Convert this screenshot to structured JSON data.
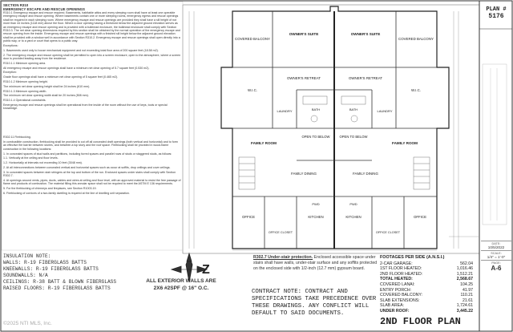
{
  "notes": {
    "section": "SECTION R310",
    "heading": "EMERGENCY ESCAPE AND RESCUE OPENINGS",
    "r310_1": "R310.1 Emergency escape and rescue required. Basements, habitable attics and every sleeping room shall have at least one operable emergency escape and rescue opening. Where basements contain one or more sleeping rooms, emergency egress and rescue openings shall be required in each sleeping room. Where emergency escape and rescue openings are provided they shall have a sill height of not more than 44 inches (1118 mm) above the floor. Where a door opening having a threshold below the adjacent ground elevation serves as an emergency escape and rescue opening and is provided with a bulkhead enclosure, the bulkhead enclosure shall comply with Section R310.3. The net clear opening dimensions required by this section shall be obtained by the normal operation of the emergency escape and rescue opening from the inside. Emergency escape and rescue openings with a finished sill height below the adjacent ground elevation shall be provided with a window well in accordance with Section R310.2. Emergency escape and rescue openings shall open directly into a public way, or to a yard or court that opens to a public way.",
    "exceptions_label": "Exceptions:",
    "exc_1": "1. Basements used only to house mechanical equipment and not exceeding total floor area of 200 square feet (18.58 m2).",
    "exc_2": "2. The emergency escape and rescue opening shall be permitted to open into a screen enclosure, open to the atmosphere, where a screen door is provided leading away from the residence.",
    "r310_1_1": "R310.1.1 Minimum opening area.",
    "r310_1_1_text": "All emergency escape and rescue openings shall have a minimum net clear opening of 5.7 square feet (0.530 m2).",
    "exception_label": "Exception:",
    "exception_text": "Grade floor openings shall have a minimum net clear opening of 5 square feet (0.465 m2).",
    "r310_1_2": "R310.1.2 Minimum opening height.",
    "r310_1_2_text": "The minimum net clear opening height shall be 24 inches (610 mm).",
    "r310_1_3": "R310.1.3 Minimum opening width.",
    "r310_1_3_text": "The minimum net clear opening width shall be 20 inches (508 mm).",
    "r310_1_4": "R310.1.4 Operational constraints.",
    "r310_1_4_text": "Emergency escape and rescue openings shall be operational from the inside of the room without the use of keys, tools or special knowledge.",
    "r302_11": "R302.11 Fireblocking.",
    "r302_11_text": "In combustible construction, fireblocking shall be provided to cut off all concealed draft openings (both vertical and horizontal) and to form an effective fire barrier between stories, and between a top story and the roof space. Fireblocking shall be provided in wood-frame construction in the following locations:",
    "fb_items": [
      "1. In concealed spaces of stud walls and partitions, including furred spaces and parallel rows of studs or staggered studs, as follows:",
      "1.1. Vertically at the ceiling and floor levels.",
      "1.2. Horizontally at intervals not exceeding 10 feet (3048 mm).",
      "2. At all interconnections between concealed vertical and horizontal spaces such as occur at soffits, drop ceilings and cove ceilings.",
      "3. In concealed spaces between stair stringers at the top and bottom of the run. Enclosed spaces under stairs shall comply with Section R302.7.",
      "4. At openings around vents, pipes, ducts, cables and wires at ceiling and floor level, with an approved material to resist the free passage of flame and products of combustion. The material filling this annular space shall not be required to meet the ASTM E 136 requirements.",
      "5. For the fireblocking of chimneys and fireplaces, see Section R1003.19.",
      "6. Fireblocking of cornices of a two-family dwelling is required at the line of dwelling unit separation."
    ]
  },
  "insulation": {
    "title": "INSULATION NOTE:",
    "lines": [
      "WALLS:  R-19 FIBERGLASS BATTS",
      "KNEEWALLS: R-19 FIBERGLASS BATTS",
      "SOUNDWALLS: N/A",
      "CEILINGS: R-38 BATT & BLOWN FIBERGLASS",
      "RAISED FLOORS: R-19 FIBERGLASS BATTS"
    ]
  },
  "exterior": {
    "line1": "ALL EXTERIOR WALLS ARE",
    "line2": "2X6 #2SPF @ 16\" O.C."
  },
  "compass": {
    "letter": "Z"
  },
  "r302_7": {
    "label": "R302.7 Under-stair protection.",
    "text": "Enclosed accessible space under stairs shall have walls, under-stair surface and any soffits protected on the enclosed side with 1/2-inch (12.7 mm) gypsum board."
  },
  "contract": {
    "text": "CONTRACT NOTE: CONTRACT AND SPECIFICATIONS TAKE PRECEDENCE OVER THESE DRAWINGS. ANY CONFLICT WILL DEFAULT TO SAID DOCUMENTS."
  },
  "footages": {
    "title": "FOOTAGES PER SIDE (A.N.S.I.)",
    "rows": [
      {
        "label": "2-CAR GARAGE:",
        "value": "562.04"
      },
      {
        "label": "1ST FLOOR HEATED:",
        "value": "1,016.46"
      },
      {
        "label": "2ND FLOOR HEATED:",
        "value": "1,512.21"
      },
      {
        "label": "TOTAL HEATED:",
        "value": "2,568.67"
      },
      {
        "label": "COVERED LANAI:",
        "value": "104.25"
      },
      {
        "label": "ENTRY PORCH:",
        "value": "41.97"
      },
      {
        "label": "COVERED BALCONY:",
        "value": "110.21"
      },
      {
        "label": "SLAB EXTENSIONS:",
        "value": "21.61"
      },
      {
        "label": "SLAB AREA:",
        "value": "1,724.61"
      },
      {
        "label": "UNDER ROOF:",
        "value": "3,445.22"
      }
    ]
  },
  "sheet_title": "2ND FLOOR PLAN",
  "plan": {
    "label": "PLAN #",
    "number": "5176"
  },
  "stamp": {
    "date_label": "DATE:",
    "date": "10/5/2022",
    "scale_label": "SCALE:",
    "scale": "1/4\" = 1'-0\"",
    "page_label": "PAGE:",
    "page": "A-6"
  },
  "rooms": {
    "owners_suite": "OWNER'S SUITE",
    "owners_retreat": "OWNER'S RETREAT",
    "family_room": "FAMILY ROOM",
    "family_dining": "FAMILY DINING",
    "kitchen": "KITCHEN",
    "office": "OFFICE",
    "office_closet": "OFFICE CLOSET",
    "covered_balcony": "COVERED BALCONY",
    "open_to_below": "OPEN TO BELOW",
    "pwd": "PWD",
    "wic": "W.I.C.",
    "laundry": "LAUNDRY",
    "bath": "BATH"
  },
  "copyright": "©2025 NTI MLS, Inc."
}
